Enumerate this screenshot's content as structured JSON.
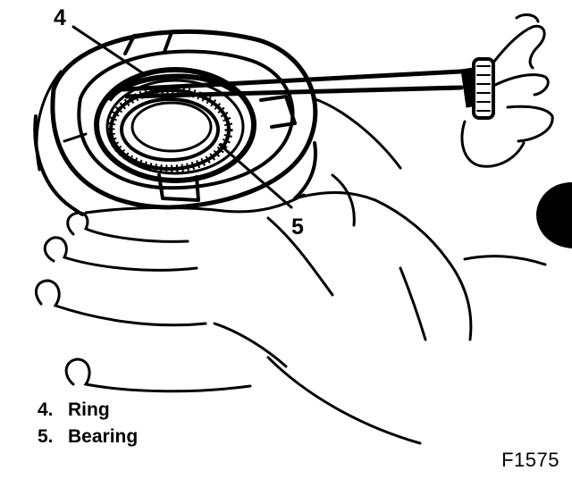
{
  "callouts": {
    "ring_number": "4",
    "bearing_number": "5"
  },
  "legend": [
    {
      "number": "4.",
      "label": "Ring"
    },
    {
      "number": "5.",
      "label": "Bearing"
    }
  ],
  "figure_id": "F1575",
  "colors": {
    "ink": "#000000",
    "paper": "#ffffff"
  }
}
